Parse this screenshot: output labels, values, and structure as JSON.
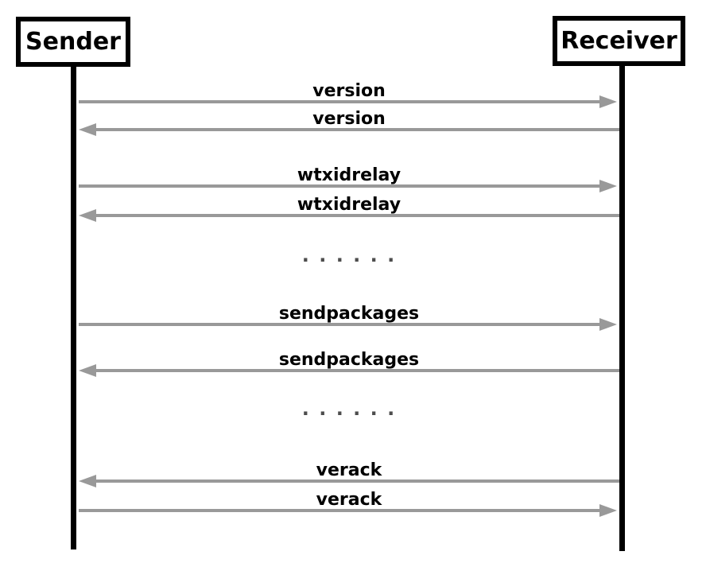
{
  "diagram": {
    "actors": [
      {
        "name": "Sender"
      },
      {
        "name": "Receiver"
      }
    ],
    "messages": [
      {
        "type": "message",
        "label": "version",
        "from": "Sender",
        "to": "Receiver",
        "direction": "right"
      },
      {
        "type": "message",
        "label": "version",
        "from": "Receiver",
        "to": "Sender",
        "direction": "left"
      },
      {
        "type": "message",
        "label": "wtxidrelay",
        "from": "Sender",
        "to": "Receiver",
        "direction": "right"
      },
      {
        "type": "message",
        "label": "wtxidrelay",
        "from": "Receiver",
        "to": "Sender",
        "direction": "left"
      },
      {
        "type": "ellipsis",
        "label": ". . . . . ."
      },
      {
        "type": "message",
        "label": "sendpackages",
        "from": "Sender",
        "to": "Receiver",
        "direction": "right"
      },
      {
        "type": "message",
        "label": "sendpackages",
        "from": "Receiver",
        "to": "Sender",
        "direction": "left"
      },
      {
        "type": "ellipsis",
        "label": ". . . . . ."
      },
      {
        "type": "message",
        "label": "verack",
        "from": "Receiver",
        "to": "Sender",
        "direction": "left"
      },
      {
        "type": "message",
        "label": "verack",
        "from": "Sender",
        "to": "Receiver",
        "direction": "right"
      }
    ],
    "colors": {
      "background": "#ffffff",
      "box_border": "#000000",
      "lifeline": "#000000",
      "label_text": "#000000",
      "arrow": "#999999",
      "ellipsis": "#4d4d4d"
    }
  }
}
